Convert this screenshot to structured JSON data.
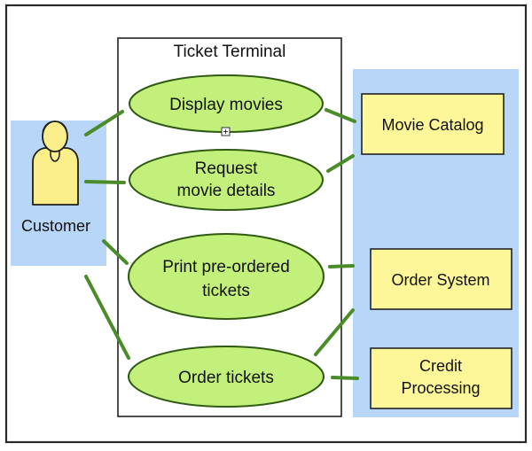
{
  "diagram": {
    "system_boundary": {
      "title": "Ticket Terminal"
    },
    "actor": {
      "label": "Customer",
      "icon": "person-icon"
    },
    "use_cases": [
      {
        "lines": [
          "Display movies"
        ]
      },
      {
        "lines": [
          "Request",
          "movie details"
        ]
      },
      {
        "lines": [
          "Print pre-ordered",
          "tickets"
        ]
      },
      {
        "lines": [
          "Order tickets"
        ]
      }
    ],
    "external_systems": [
      {
        "lines": [
          "Movie Catalog"
        ]
      },
      {
        "lines": [
          "Order System"
        ]
      },
      {
        "lines": [
          "Credit",
          "Processing"
        ]
      }
    ],
    "colors": {
      "actor_panel": "#b8d7f8",
      "systems_panel": "#b8d7f8",
      "use_case_fill": "#c3f07a",
      "use_case_stroke": "#2f5a12",
      "system_box_fill": "#fdf799",
      "connector": "#4a8c2a",
      "actor_fill": "#f9ee8a"
    }
  }
}
